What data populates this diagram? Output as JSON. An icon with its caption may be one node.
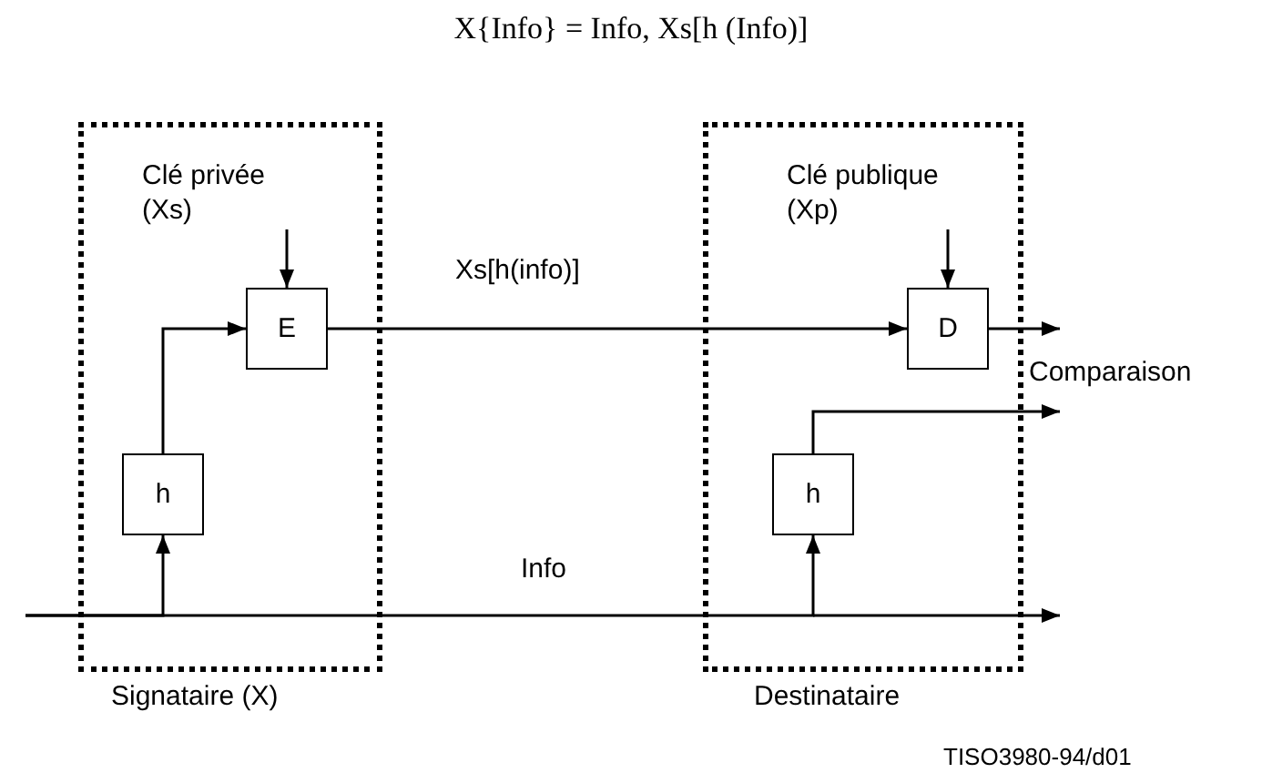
{
  "diagram": {
    "title": "X{Info} = Info, Xs[h (Info)]",
    "nodes": [
      {
        "text": [
          "Signataire (X)"
        ]
      },
      {
        "text": [
          "Clé privée (Xs)"
        ],
        "in": 0
      },
      {
        "text": [
          "E"
        ],
        "in": 0
      },
      {
        "text": [
          "h"
        ],
        "in": 0
      },
      {
        "text": [
          "Destinataire"
        ]
      },
      {
        "text": [
          "Clé publique (Xp)"
        ],
        "in": 4
      },
      {
        "text": [
          "D"
        ],
        "in": 4
      },
      {
        "text": [
          "h"
        ],
        "in": 4
      },
      {
        "text": [
          "Comparaison"
        ]
      }
    ],
    "edges": [
      {
        "from": 1,
        "to": 2,
        "arrow": "to"
      },
      {
        "from": 3,
        "to": 2,
        "arrow": "to"
      },
      {
        "from": 2,
        "to": 6,
        "arrow": "to",
        "label": "Xs[h(info)]"
      },
      {
        "from": 5,
        "to": 6,
        "arrow": "to"
      },
      {
        "from": 6,
        "to": 8,
        "arrow": "to"
      },
      {
        "from": 7,
        "to": 8,
        "arrow": "to"
      },
      {
        "from": null,
        "to": 3,
        "arrow": "to"
      },
      {
        "from": null,
        "to": 7,
        "arrow": "to",
        "label": "Info"
      }
    ],
    "labels": [
      "TISO3980-94/d01"
    ]
  }
}
